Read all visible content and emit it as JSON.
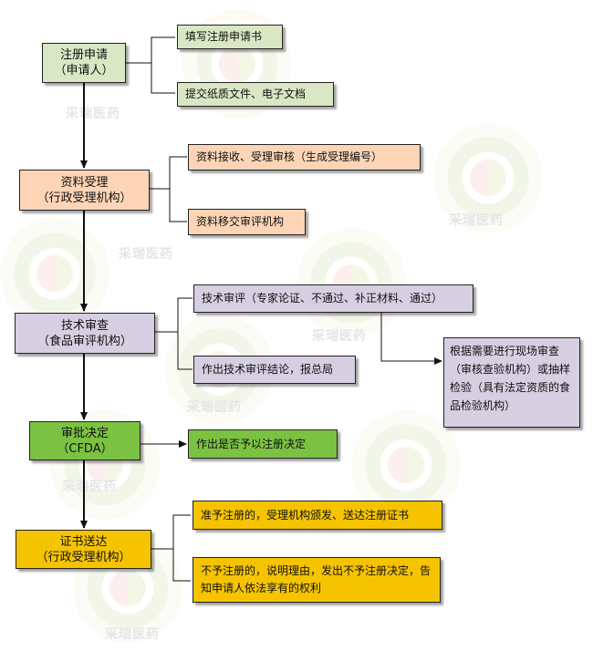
{
  "watermark": {
    "text": "采瑞医药"
  },
  "steps": [
    {
      "id": "s1",
      "line1": "注册申请",
      "line2": "（申请人）",
      "color": "#d9e7c4",
      "actions": [
        "填写注册申请书",
        "提交纸质文件、电子文档"
      ]
    },
    {
      "id": "s2",
      "line1": "资料受理",
      "line2": "（行政受理机构）",
      "color": "#fdd5b6",
      "actions": [
        "资料接收、受理审核（生成受理编号）",
        "资料移交审评机构"
      ]
    },
    {
      "id": "s3",
      "line1": "技术审查",
      "line2": "（食品审评机构）",
      "color": "#d6cfe2",
      "actions": [
        "技术审评（专家论证、不通过、补正材料、通过）",
        "作出技术审评结论，报总局"
      ],
      "sub_action": "根据需要进行现场审查（审核查验机构）或抽样检验（具有法定资质的食品检验机构）"
    },
    {
      "id": "s4",
      "line1": "审批决定",
      "line2": "（CFDA）",
      "color": "#7bc243",
      "actions": [
        "作出是否予以注册决定"
      ]
    },
    {
      "id": "s5",
      "line1": "证书送达",
      "line2": "（行政受理机构）",
      "color": "#f5c300",
      "actions": [
        "准予注册的，受理机构颁发、送达注册证书",
        "不予注册的，说明理由，发出不予注册决定，告知申请人依法享有的权利"
      ]
    }
  ]
}
